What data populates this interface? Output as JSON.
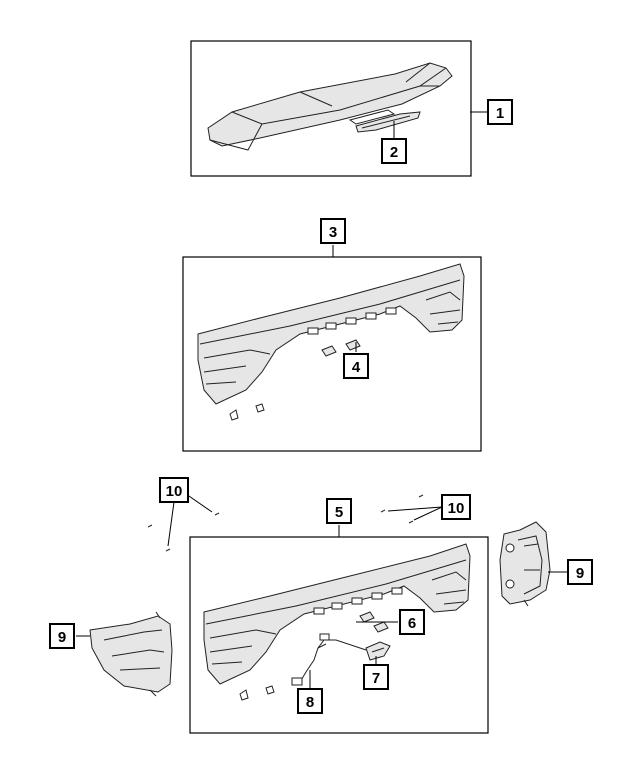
{
  "callouts": {
    "c1": "1",
    "c2": "2",
    "c3": "3",
    "c4": "4",
    "c5": "5",
    "c6": "6",
    "c7": "7",
    "c8": "8",
    "c9_right": "9",
    "c9_left": "9",
    "c10_left": "10",
    "c10_right": "10"
  },
  "colors": {
    "line": "#222222",
    "callout_border": "#000000",
    "panel_shade": "#e6e6e6"
  }
}
